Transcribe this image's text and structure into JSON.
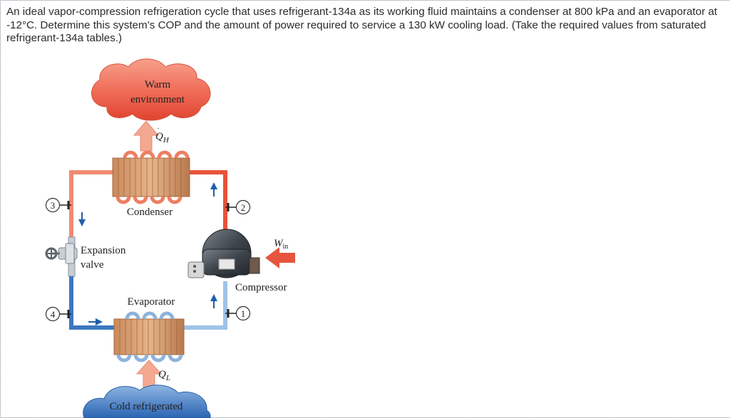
{
  "problem": {
    "text": "An ideal vapor-compression refrigeration cycle that uses refrigerant-134a as its working fluid maintains a condenser at 800 kPa and an evaporator at -12°C. Determine this system’s COP and the amount of power required to service a 130 kW cooling load. (Take the required values from saturated refrigerant-134a tables.)"
  },
  "figure": {
    "warm_line1": "Warm",
    "warm_line2": "environment",
    "qh": "Q",
    "qh_sub": "H",
    "condenser": "Condenser",
    "expansion_line1": "Expansion",
    "expansion_line2": "valve",
    "win": "W",
    "win_sub": "in",
    "compressor": "Compressor",
    "evaporator": "Evaporator",
    "ql": "Q",
    "ql_sub": "L",
    "cold": "Cold refrigerated",
    "states": [
      "1",
      "2",
      "3",
      "4"
    ],
    "colors": {
      "hot_pipe": "#e8533a",
      "hot_pipe_light": "#f39a80",
      "cold_pipe": "#2f6fb8",
      "cold_pipe_light": "#9ec3e6",
      "warm_cloud": "#ef6a55",
      "cold_cloud": "#2f6fc0",
      "arrow_blue": "#1f5fa8"
    }
  }
}
